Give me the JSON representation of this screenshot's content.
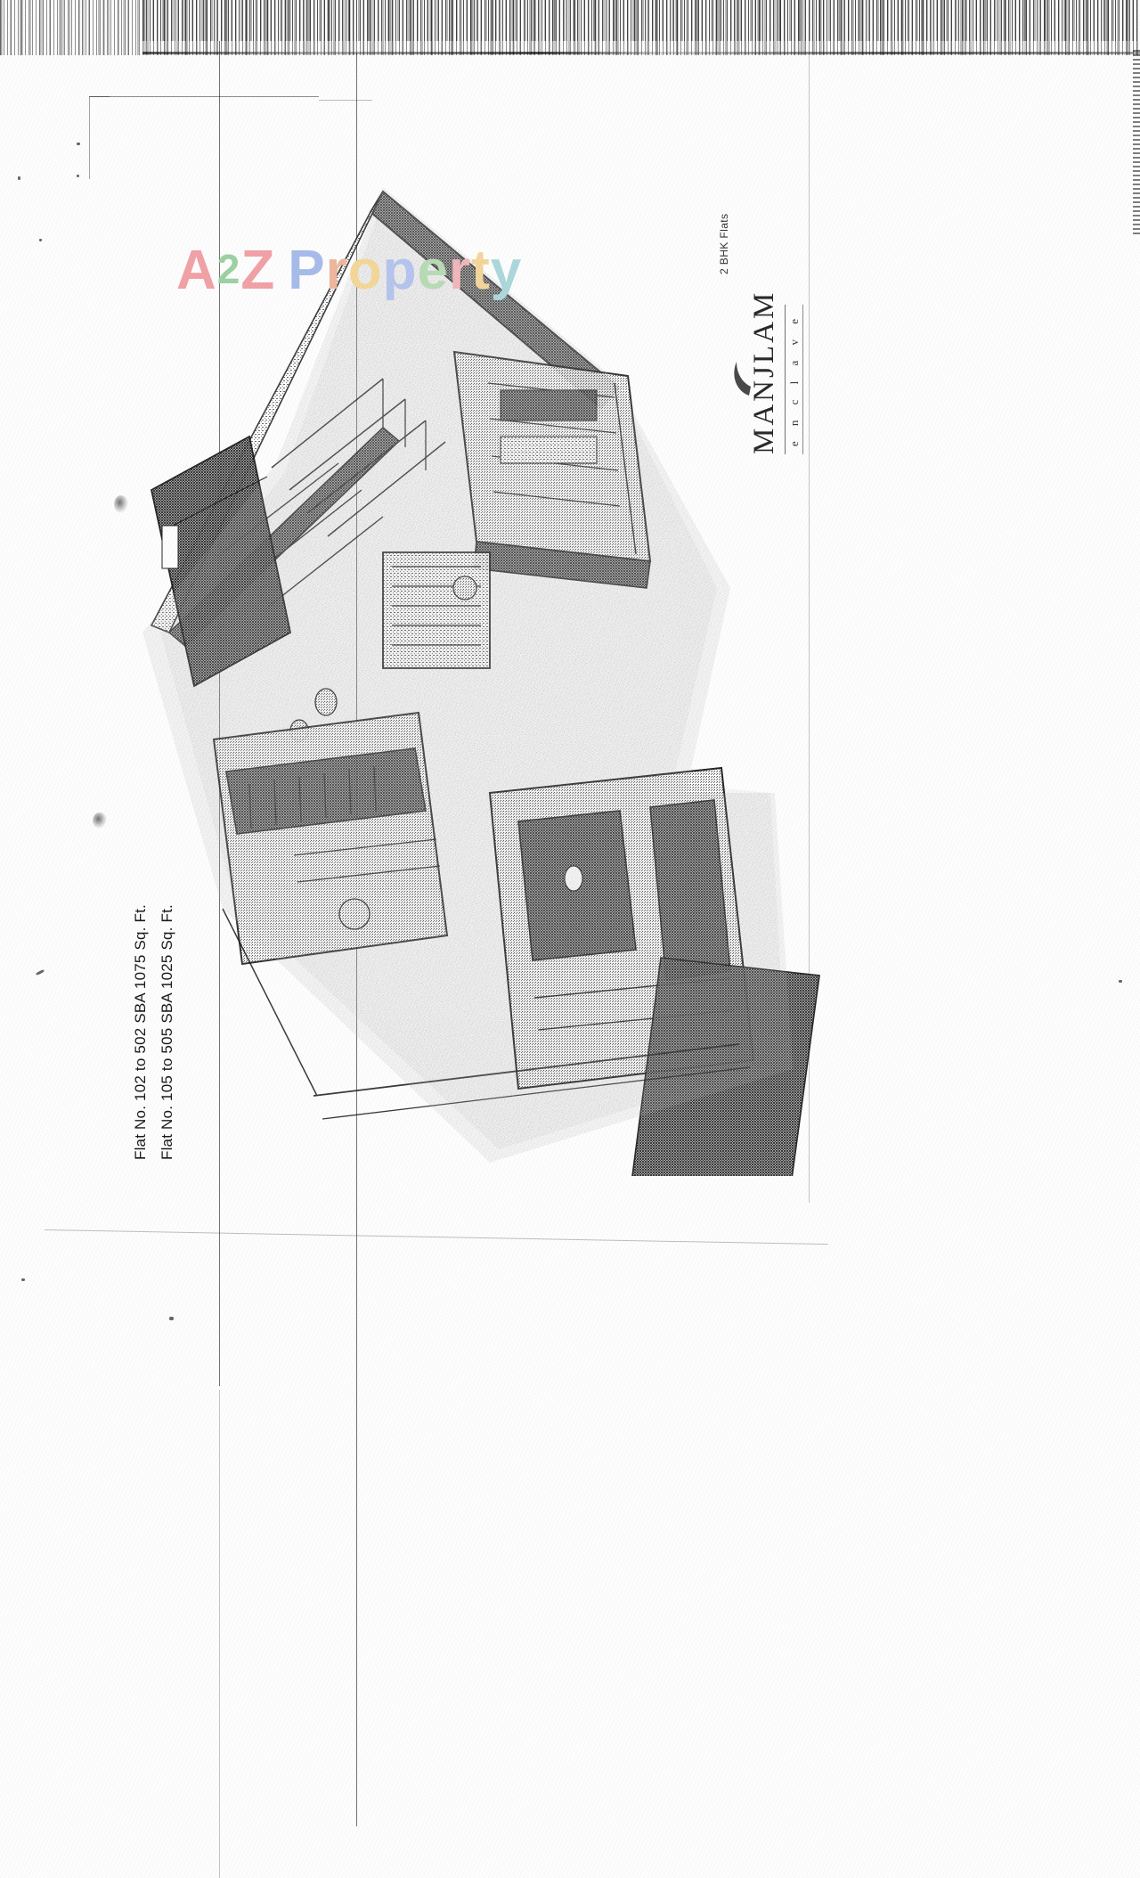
{
  "document": {
    "kind": "scanned-floor-plan",
    "background_color": "#ffffff",
    "ink_color": "#1a1a1a"
  },
  "watermark": {
    "letters": [
      {
        "char": "A",
        "color": "#f3a3a8"
      },
      {
        "char": "2",
        "color": "#9ed3a4"
      },
      {
        "char": "Z",
        "color": "#f3a3a8"
      },
      {
        "char": " ",
        "color": "#ffffff"
      },
      {
        "char": "P",
        "color": "#a9bdec"
      },
      {
        "char": "r",
        "color": "#f0b9a0"
      },
      {
        "char": "o",
        "color": "#f5d99a"
      },
      {
        "char": "p",
        "color": "#b6c6ef"
      },
      {
        "char": "e",
        "color": "#b9ddb6"
      },
      {
        "char": "r",
        "color": "#f2b9bd"
      },
      {
        "char": "t",
        "color": "#f6d79c"
      },
      {
        "char": "y",
        "color": "#aed9dd"
      }
    ],
    "text": "A2Z Property"
  },
  "brand": {
    "name": "MANJLAM",
    "tagline": "e n c l a v e",
    "subtitle": "2 BHK Flats"
  },
  "annotations": {
    "flat_line_1": "Flat No. 102 to 502 SBA 1075 Sq. Ft.",
    "flat_line_2": "Flat No. 105 to 505 SBA 1025 Sq. Ft."
  }
}
